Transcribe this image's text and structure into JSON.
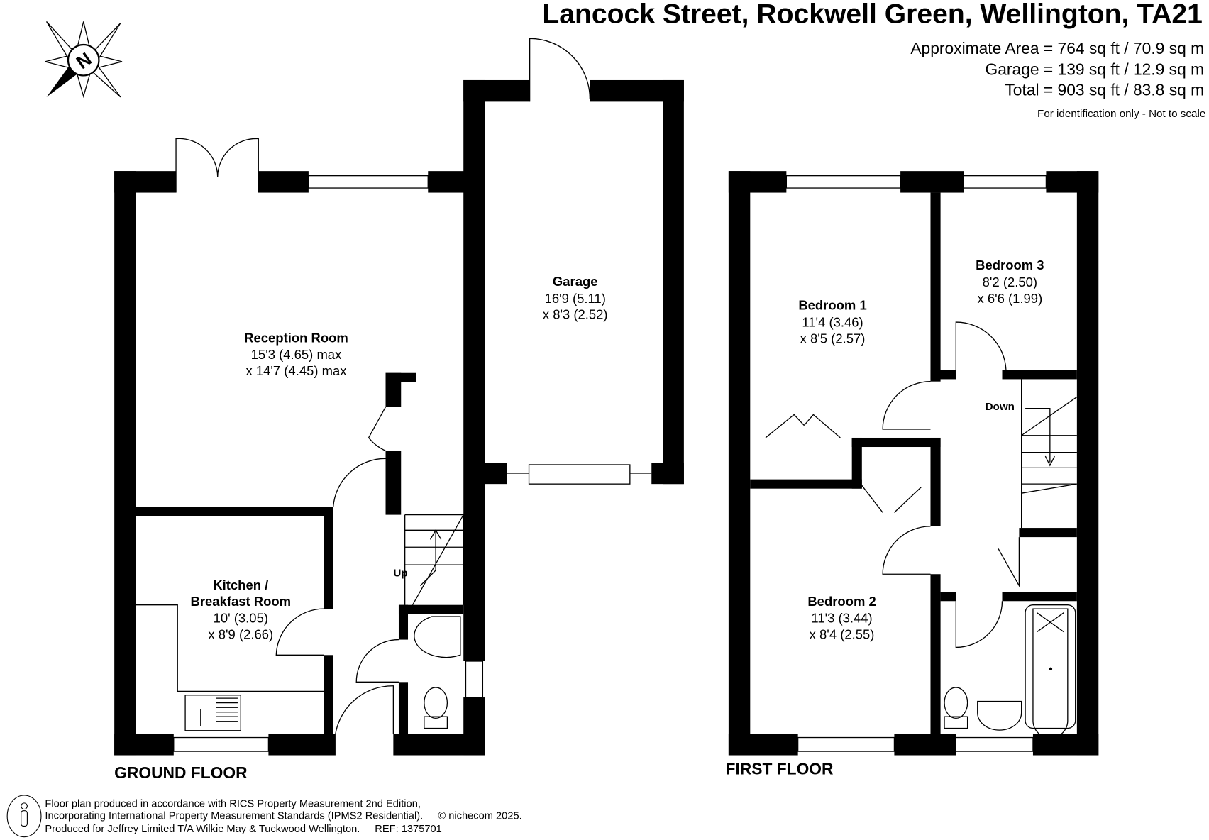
{
  "header": {
    "title": "Lancock Street, Rockwell Green, Wellington, TA21",
    "area": "Approximate Area = 764 sq ft / 70.9 sq m",
    "garage": "Garage = 139 sq ft / 12.9 sq m",
    "total": "Total = 903 sq ft / 83.8 sq m",
    "disclaimer": "For identification only - Not to scale"
  },
  "compass": {
    "label": "N"
  },
  "ground_floor": {
    "label": "GROUND FLOOR",
    "rooms": [
      {
        "name": "Reception Room",
        "dim1": "15'3 (4.65) max",
        "dim2": "x 14'7 (4.45) max"
      },
      {
        "name": "Garage",
        "dim1": "16'9 (5.11)",
        "dim2": "x 8'3 (2.52)"
      },
      {
        "name": "Kitchen /",
        "name2": "Breakfast Room",
        "dim1": "10' (3.05)",
        "dim2": "x 8'9 (2.66)"
      }
    ],
    "stairs_label": "Up"
  },
  "first_floor": {
    "label": "FIRST FLOOR",
    "rooms": [
      {
        "name": "Bedroom 1",
        "dim1": "11'4 (3.46)",
        "dim2": "x 8'5 (2.57)"
      },
      {
        "name": "Bedroom 3",
        "dim1": "8'2 (2.50)",
        "dim2": "x 6'6 (1.99)"
      },
      {
        "name": "Bedroom 2",
        "dim1": "11'3 (3.44)",
        "dim2": "x 8'4 (2.55)"
      }
    ],
    "stairs_label": "Down"
  },
  "footer": {
    "line1": "Floor plan produced in accordance with RICS Property Measurement 2nd Edition,",
    "line2": "Incorporating International Property Measurement Standards (IPMS2 Residential).",
    "copyright": "© nichecom 2025.",
    "line3": "Produced for Jeffrey Limited T/A Wilkie May & Tuckwood Wellington.",
    "ref": "REF:  1375701"
  }
}
